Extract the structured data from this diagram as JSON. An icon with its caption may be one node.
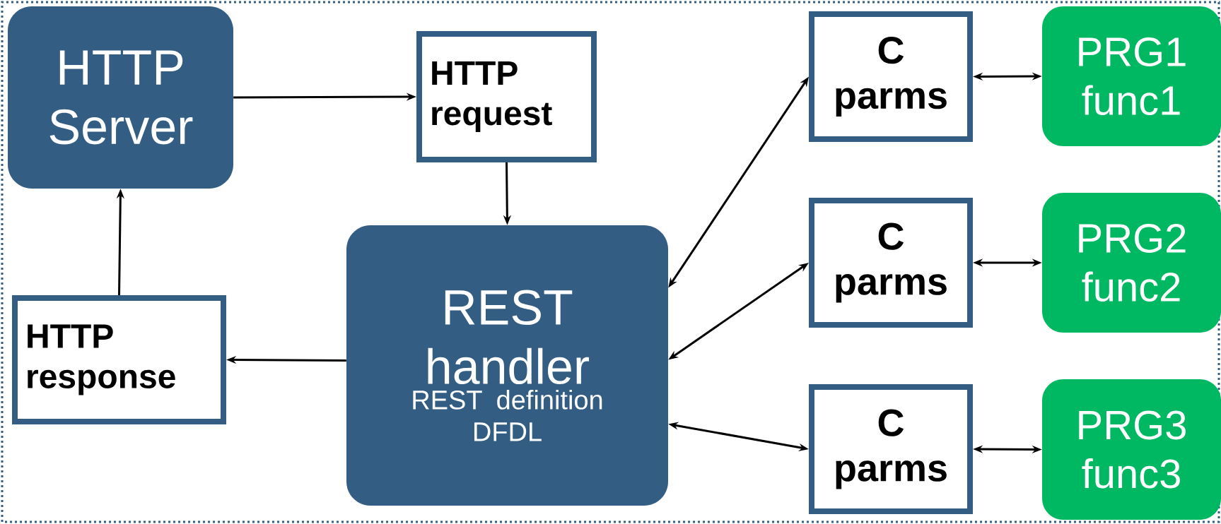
{
  "diagram": {
    "nodes": [
      {
        "text": [
          "HTTP Server"
        ]
      },
      {
        "text": [
          "HTTP request"
        ]
      },
      {
        "text": [
          "REST handler",
          "REST definition DFDL"
        ]
      },
      {
        "text": [
          "HTTP response"
        ]
      },
      {
        "text": [
          "C parms"
        ]
      },
      {
        "text": [
          "C parms"
        ]
      },
      {
        "text": [
          "C parms"
        ]
      },
      {
        "text": [
          "PRG1 func1"
        ]
      },
      {
        "text": [
          "PRG2 func2"
        ]
      },
      {
        "text": [
          "PRG3 func3"
        ]
      }
    ],
    "edges": [
      {
        "from": 0,
        "to": 1,
        "arrow": "to"
      },
      {
        "from": 1,
        "to": 2,
        "arrow": "to"
      },
      {
        "from": 2,
        "to": 3,
        "arrow": "to"
      },
      {
        "from": 3,
        "to": 0,
        "arrow": "to"
      },
      {
        "from": 2,
        "to": 4,
        "arrow": "both"
      },
      {
        "from": 2,
        "to": 5,
        "arrow": "both"
      },
      {
        "from": 2,
        "to": 6,
        "arrow": "both"
      },
      {
        "from": 4,
        "to": 7,
        "arrow": "both"
      },
      {
        "from": 5,
        "to": 8,
        "arrow": "both"
      },
      {
        "from": 6,
        "to": 9,
        "arrow": "both"
      }
    ]
  }
}
